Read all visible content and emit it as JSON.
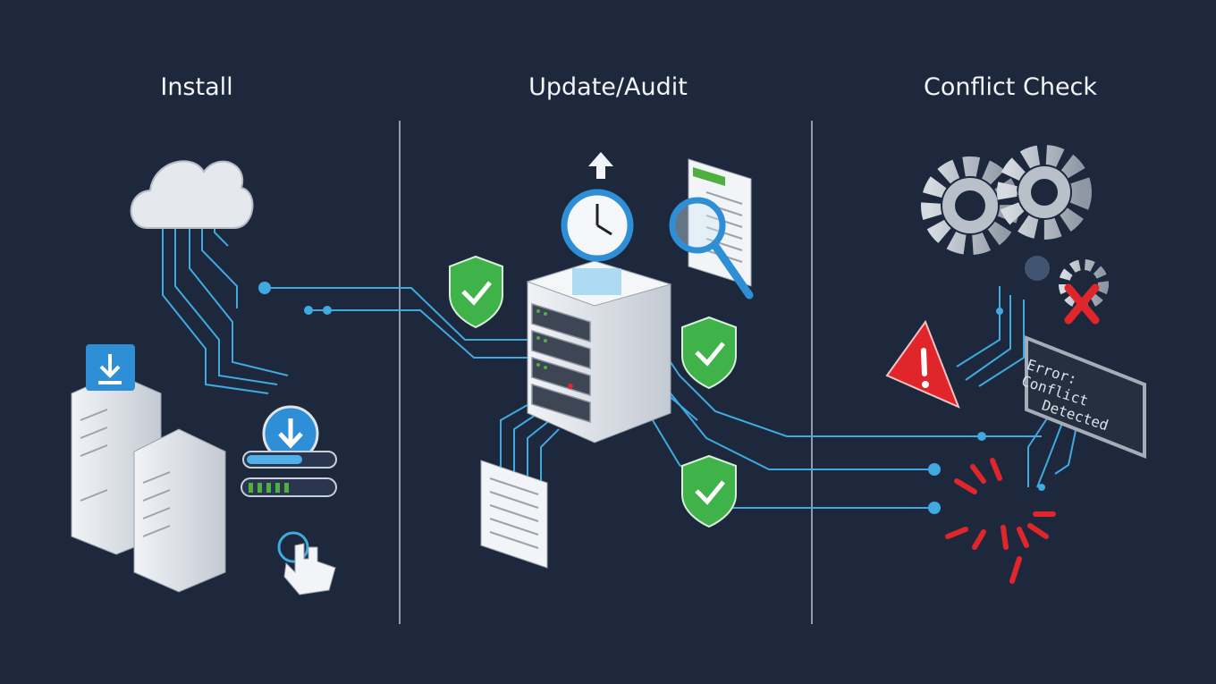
{
  "panels": [
    {
      "title": "Install"
    },
    {
      "title": "Update/Audit"
    },
    {
      "title": "Conflict Check"
    }
  ],
  "error_box": {
    "line1": "Error: Conflict",
    "line2": "Detected"
  },
  "colors": {
    "background": "#1e283d",
    "connector": "#3fa9e0",
    "shield": "#3fb34a",
    "error": "#e0262a",
    "server": "#e6e9ee"
  },
  "icons": [
    "cloud-icon",
    "download-icon",
    "progress-bar",
    "hand-pointer-icon",
    "server-rack-icon",
    "clock-icon",
    "upload-arrow-icon",
    "magnifier-icon",
    "document-icon",
    "shield-check-icon",
    "gear-icon",
    "warning-icon",
    "error-x-icon",
    "conflict-burst-icon"
  ]
}
